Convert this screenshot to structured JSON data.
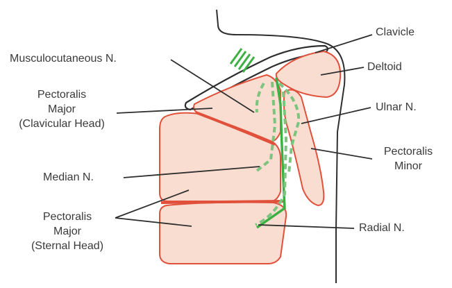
{
  "labels": {
    "clavicle": "Clavicle",
    "deltoid": "Deltoid",
    "musculocutaneous": "Musculocutaneous N.",
    "ulnar": "Ulnar N.",
    "pec_major_clav": [
      "Pectoralis",
      "Major",
      "(Clavicular Head)"
    ],
    "pec_minor": [
      "Pectoralis",
      "Minor"
    ],
    "median": "Median N.",
    "pec_major_sternal": [
      "Pectoralis",
      "Major",
      "(Sternal Head)"
    ],
    "radial": "Radial N."
  },
  "colors": {
    "muscle_fill": "#f9ddd0",
    "muscle_stroke": "#e0503a",
    "nerve": "#3cb043",
    "outline": "#2e2e2e",
    "leader": "#2e2e2e",
    "text": "#3a3a3a"
  }
}
